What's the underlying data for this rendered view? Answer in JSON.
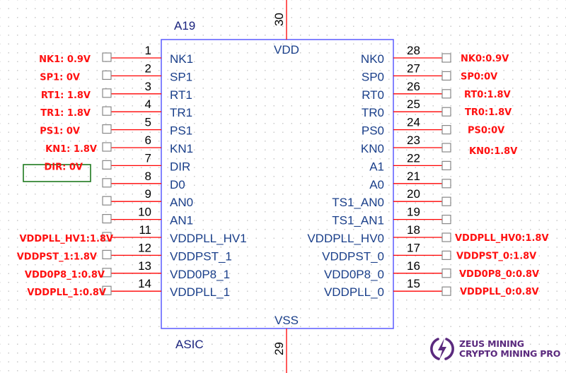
{
  "part": {
    "designator": "A19",
    "value": "ASIC",
    "top_pin": {
      "number": "30",
      "name": "VDD"
    },
    "bottom_pin": {
      "number": "29",
      "name": "VSS"
    }
  },
  "left_pins": [
    {
      "number": "1",
      "name": "NK1",
      "net": "NK1:  0.9V"
    },
    {
      "number": "2",
      "name": "SP1",
      "net": "SP1:  0V"
    },
    {
      "number": "3",
      "name": "RT1",
      "net": "RT1:  1.8V"
    },
    {
      "number": "4",
      "name": "TR1",
      "net": "TR1:  1.8V"
    },
    {
      "number": "5",
      "name": "PS1",
      "net": "PS1:  0V"
    },
    {
      "number": "6",
      "name": "KN1",
      "net": "KN1:  1.8V"
    },
    {
      "number": "7",
      "name": "DIR",
      "net": "DIR:  0V",
      "highlighted": true
    },
    {
      "number": "8",
      "name": "D0",
      "net": ""
    },
    {
      "number": "9",
      "name": "AN0",
      "net": ""
    },
    {
      "number": "10",
      "name": "AN1",
      "net": ""
    },
    {
      "number": "11",
      "name": "VDDPLL_HV1",
      "net": "VDDPLL_HV1:1.8V"
    },
    {
      "number": "12",
      "name": "VDDPST_1",
      "net": "VDDPST_1:1.8V"
    },
    {
      "number": "13",
      "name": "VDD0P8_1",
      "net": "VDD0P8_1:0.8V"
    },
    {
      "number": "14",
      "name": "VDDPLL_1",
      "net": "VDDPLL_1:0.8V"
    }
  ],
  "right_pins": [
    {
      "number": "28",
      "name": "NK0",
      "net": "NK0:0.9V"
    },
    {
      "number": "27",
      "name": "SP0",
      "net": "SP0:0V"
    },
    {
      "number": "26",
      "name": "RT0",
      "net": "RT0:1.8V"
    },
    {
      "number": "25",
      "name": "TR0",
      "net": "TR0:1.8V"
    },
    {
      "number": "24",
      "name": "PS0",
      "net": "PS0:0V"
    },
    {
      "number": "23",
      "name": "KN0",
      "net": "KN0:1.8V"
    },
    {
      "number": "22",
      "name": "A1",
      "net": ""
    },
    {
      "number": "21",
      "name": "A0",
      "net": ""
    },
    {
      "number": "20",
      "name": "TS1_AN0",
      "net": ""
    },
    {
      "number": "19",
      "name": "TS1_AN1",
      "net": ""
    },
    {
      "number": "18",
      "name": "VDDPLL_HV0",
      "net": "VDDPLL_HV0:1.8V"
    },
    {
      "number": "17",
      "name": "VDDPST_0",
      "net": "VDDPST_0:1.8V"
    },
    {
      "number": "16",
      "name": "VDD0P8_0",
      "net": "VDD0P8_0:0.8V"
    },
    {
      "number": "15",
      "name": "VDDPLL_0",
      "net": "VDDPLL_0:0.8V"
    }
  ],
  "colors": {
    "wire": "#ff0000",
    "body_outline": "#5a5aff",
    "net_label": "#ff1010",
    "highlight_box": "#1e7a1e",
    "brand": "#5b2a7e"
  },
  "logo": {
    "icon": "lightning-bolt-icon",
    "line1": "ZEUS MINING",
    "line2": "CRYPTO MINING PRO"
  }
}
